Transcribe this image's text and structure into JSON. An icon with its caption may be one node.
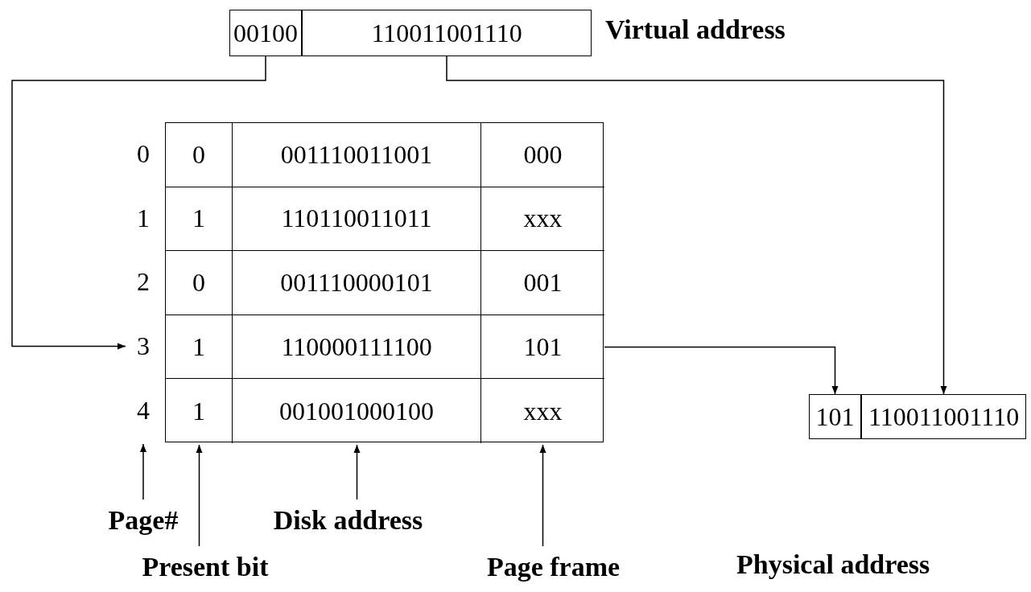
{
  "diagram": {
    "nodes": [
      {
        "text": [
          "00100"
        ]
      },
      {
        "text": [
          "110011001110"
        ]
      },
      {
        "text": [],
        "shape": "box"
      },
      {
        "text": [
          "0"
        ]
      },
      {
        "text": [
          "0"
        ],
        "in": 2
      },
      {
        "text": [
          "001110011001"
        ],
        "in": 2
      },
      {
        "text": [
          "000"
        ],
        "in": 2
      },
      {
        "text": [
          "1"
        ]
      },
      {
        "text": [
          "1"
        ],
        "in": 2
      },
      {
        "text": [
          "110110011011"
        ],
        "in": 2
      },
      {
        "text": [
          "xxx"
        ],
        "in": 2
      },
      {
        "text": [
          "2"
        ]
      },
      {
        "text": [
          "0"
        ],
        "in": 2
      },
      {
        "text": [
          "001110000101"
        ],
        "in": 2
      },
      {
        "text": [
          "001"
        ],
        "in": 2
      },
      {
        "text": [
          "3"
        ]
      },
      {
        "text": [
          "1"
        ],
        "in": 2
      },
      {
        "text": [
          "110000111100"
        ],
        "in": 2
      },
      {
        "text": [
          "101"
        ],
        "in": 2
      },
      {
        "text": [
          "4"
        ]
      },
      {
        "text": [
          "1"
        ],
        "in": 2
      },
      {
        "text": [
          "001001000100"
        ],
        "in": 2
      },
      {
        "text": [
          "xxx"
        ],
        "in": 2
      },
      {
        "text": [
          "101"
        ]
      },
      {
        "text": [
          "110011001110"
        ]
      },
      {
        "text": [
          "Page#"
        ]
      },
      {
        "text": [
          "Present bit"
        ]
      },
      {
        "text": [
          "Disk address"
        ]
      },
      {
        "text": [
          "Page frame"
        ]
      }
    ],
    "edges": [
      {
        "from": 0,
        "to": 15,
        "arrow": "to"
      },
      {
        "from": 1,
        "to": 24,
        "arrow": "to"
      },
      {
        "from": 18,
        "to": 23,
        "arrow": "to"
      },
      {
        "from": 25,
        "to": 19,
        "arrow": "to"
      },
      {
        "from": 26,
        "to": 20,
        "arrow": "to"
      },
      {
        "from": 27,
        "to": 21,
        "arrow": "to"
      },
      {
        "from": 28,
        "to": 22,
        "arrow": "to"
      }
    ],
    "labels": [
      "Virtual address",
      "Physical address"
    ]
  }
}
